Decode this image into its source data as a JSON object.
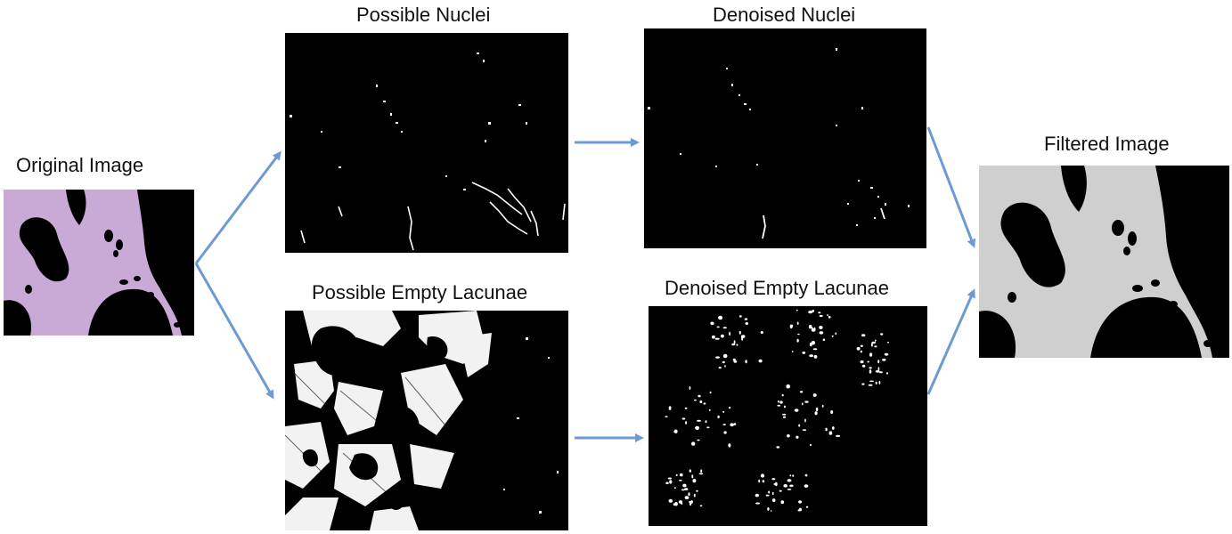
{
  "diagram": {
    "original_label": "Original Image",
    "possible_nuclei_label": "Possible Nuclei",
    "possible_lacunae_label": "Possible Empty Lacunae",
    "denoised_nuclei_label": "Denoised Nuclei",
    "denoised_lacunae_label": "Denoised Empty Lacunae",
    "filtered_label": "Filtered Image"
  },
  "colors": {
    "arrow": "#6d9ad3",
    "tissue_purple": "#c9a9d6",
    "tissue_gray": "#cfcfcf",
    "background": "#000000"
  }
}
